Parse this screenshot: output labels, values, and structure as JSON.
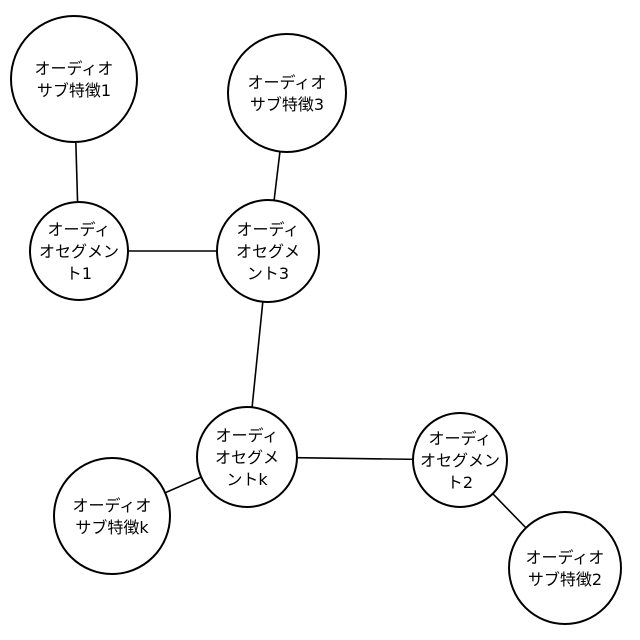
{
  "nodes": {
    "sub1": {
      "lines": [
        "オーディオ",
        "サブ特徴1"
      ]
    },
    "sub3": {
      "lines": [
        "オーディオ",
        "サブ特徴3"
      ]
    },
    "seg1": {
      "lines": [
        "オーディ",
        "オセグメン",
        "ト1"
      ]
    },
    "seg3": {
      "lines": [
        "オーディ",
        "オセグメ",
        "ント3"
      ]
    },
    "segk": {
      "lines": [
        "オーディ",
        "オセグメ",
        "ントk"
      ]
    },
    "seg2": {
      "lines": [
        "オーディ",
        "オセグメン",
        "ト2"
      ]
    },
    "subk": {
      "lines": [
        "オーディオ",
        "サブ特徴k"
      ]
    },
    "sub2": {
      "lines": [
        "オーディオ",
        "サブ特徴2"
      ]
    }
  },
  "edges": [
    [
      "sub1",
      "seg1"
    ],
    [
      "seg1",
      "seg3"
    ],
    [
      "sub3",
      "seg3"
    ],
    [
      "seg3",
      "segk"
    ],
    [
      "segk",
      "seg2"
    ],
    [
      "segk",
      "subk"
    ],
    [
      "seg2",
      "sub2"
    ]
  ]
}
